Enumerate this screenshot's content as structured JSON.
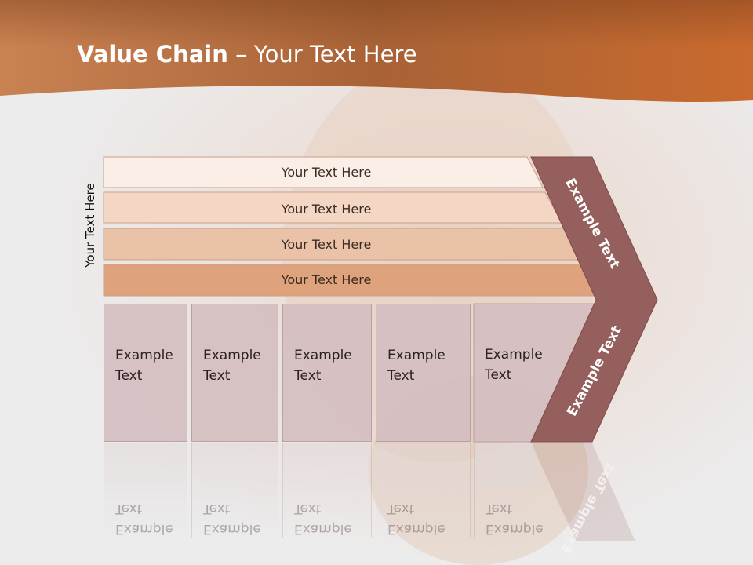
{
  "slide": {
    "title_bold": "Value Chain",
    "title_rest": " – Your Text Here",
    "side_label": "Your Text Here"
  },
  "rows": [
    {
      "label": "Your Text Here",
      "color": "#fbeee6"
    },
    {
      "label": "Your Text Here",
      "color": "#f4d6c4"
    },
    {
      "label": "Your Text Here",
      "color": "#eac2a7"
    },
    {
      "label": "Your Text Here",
      "color": "#dea37c"
    }
  ],
  "boxes": [
    {
      "label": "Example\nText"
    },
    {
      "label": "Example\nText"
    },
    {
      "label": "Example\nText"
    },
    {
      "label": "Example\nText"
    },
    {
      "label": "Example\nText"
    }
  ],
  "chevron": {
    "upper_label": "Example Text",
    "lower_label": "Example Text",
    "color": "#955f5e"
  },
  "colors": {
    "header_dark": "#8e4d24",
    "header_light": "#d08a55",
    "box_fill": "#d4bec0"
  }
}
